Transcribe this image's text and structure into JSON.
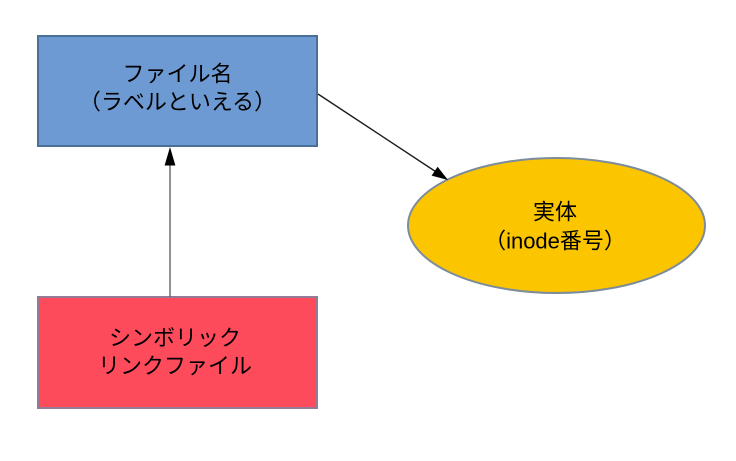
{
  "diagram": {
    "type": "flow-diagram",
    "background": "#FFFFFF",
    "text_color": "#000000",
    "nodes": {
      "filename_box": {
        "shape": "rectangle",
        "line1": "ファイル名",
        "line2": "（ラベルといえる）",
        "fill": "#6D9AD2",
        "border": "#4A6F98"
      },
      "inode_ellipse": {
        "shape": "ellipse",
        "line1": "実体",
        "line2": "（inode番号）",
        "fill": "#FBC500",
        "border": "#7D8C9B"
      },
      "symlink_box": {
        "shape": "rectangle",
        "line1": "シンボリック",
        "line2": "リンクファイル",
        "fill": "#FE4B5B",
        "border": "#947C96"
      }
    },
    "edges": [
      {
        "from": "filename_box",
        "to": "inode_ellipse",
        "direction": "down-right",
        "line_color": "#1C1C1C",
        "arrowhead_color": "#000000"
      },
      {
        "from": "symlink_box",
        "to": "filename_box",
        "direction": "up",
        "line_color": "#646464",
        "arrowhead_color": "#000000"
      }
    ]
  }
}
